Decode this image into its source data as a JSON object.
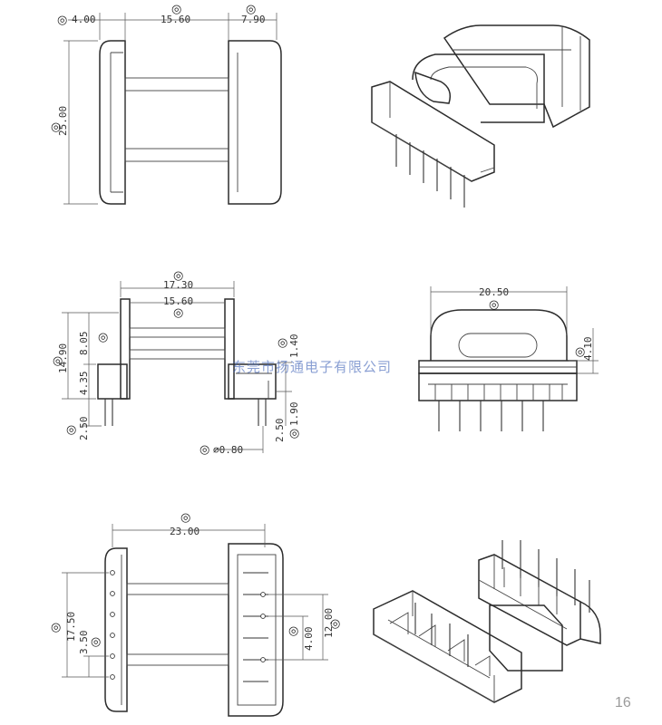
{
  "diagram": {
    "watermark": "东莞市扬通电子有限公司",
    "page_number": "16",
    "symbol": "◎",
    "top_view": {
      "dim_left": "4.00",
      "dim_center": "15.60",
      "dim_right": "7.90",
      "dim_height": "25.00"
    },
    "front_view": {
      "width_outer": "17.30",
      "width_inner": "15.60",
      "height_total": "14.90",
      "height_upper": "8.05",
      "height_lower": "4.35",
      "pin_length": "2.50",
      "pin_circle": "⌀0.80",
      "pin_spacing": "2.50",
      "pin_offset": "1.90",
      "flange": "1.40"
    },
    "side_view": {
      "width": "20.50",
      "height": "4.10"
    },
    "bottom_view": {
      "width": "23.00",
      "pin_pitch_total": "17.50",
      "pin_pitch": "3.50",
      "inner_a": "12.00",
      "inner_b": "4.00"
    }
  }
}
